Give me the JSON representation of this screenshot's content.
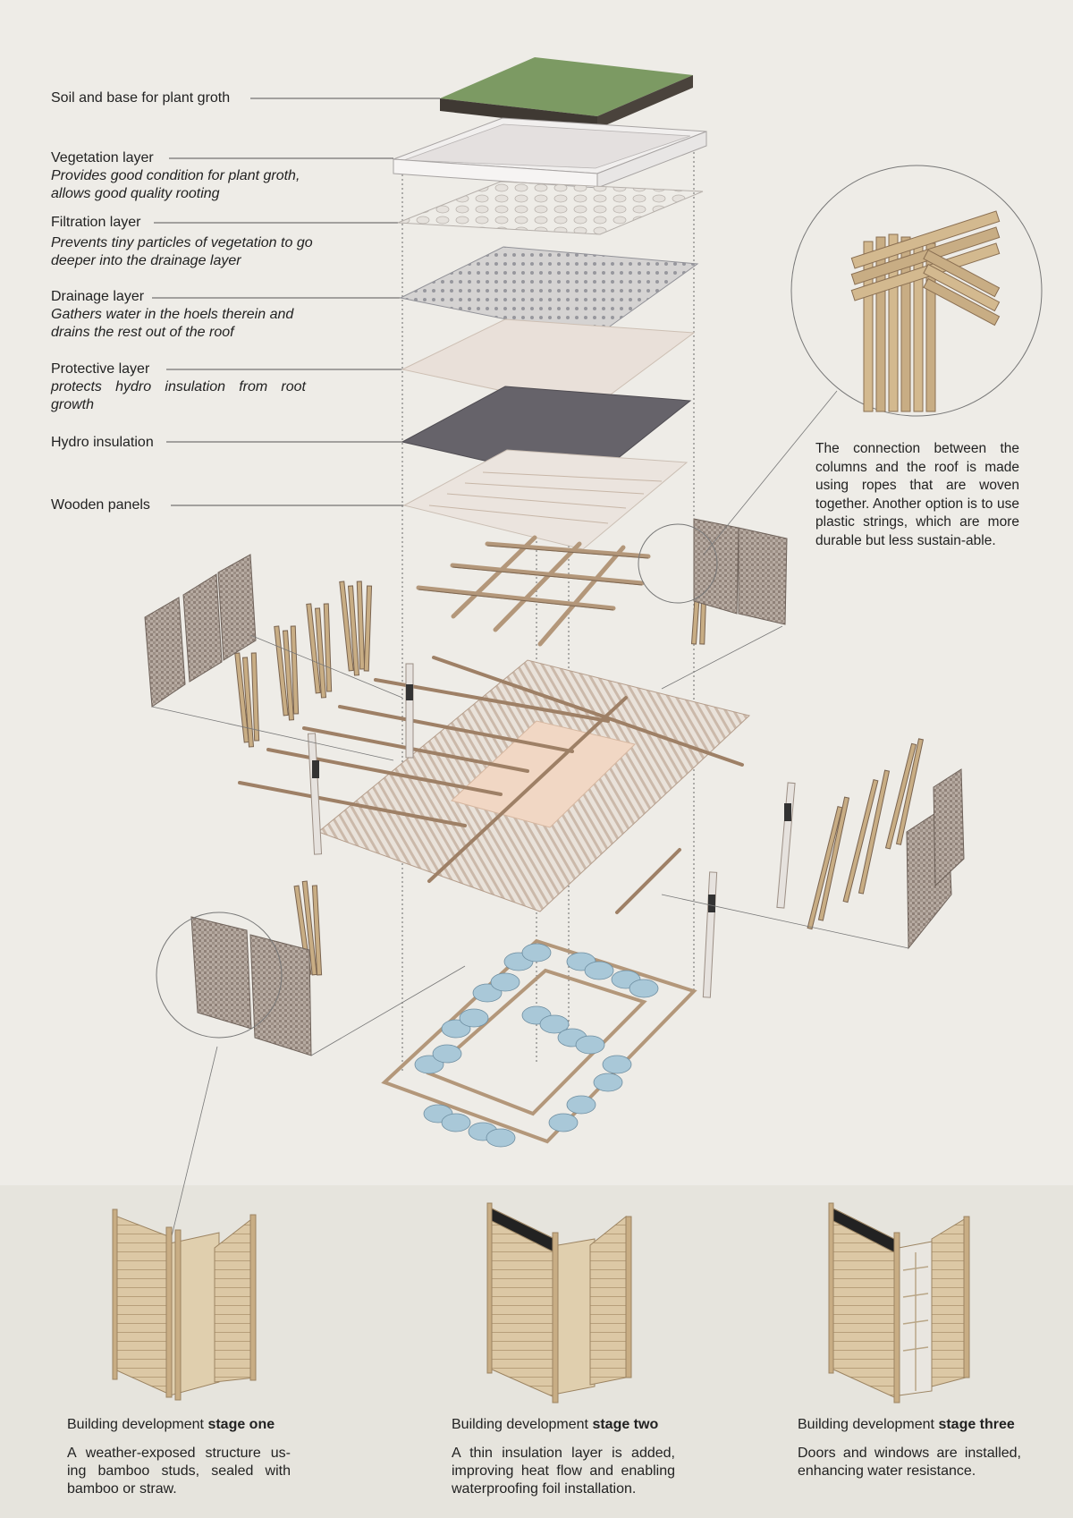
{
  "layers": [
    {
      "title": "Soil and base for plant groth",
      "desc": ""
    },
    {
      "title": "Vegetation layer",
      "desc": "Provides good condition for plant groth, allows good quality rooting"
    },
    {
      "title": "Filtration layer",
      "desc": "Prevents tiny particles of vegetation to go deeper into the drainage layer"
    },
    {
      "title": "Drainage layer",
      "desc": "Gathers water in the hoels therein and drains the rest out of the roof"
    },
    {
      "title": "Protective layer",
      "desc": "protects hydro insulation from root growth"
    },
    {
      "title": "Hydro insulation",
      "desc": ""
    },
    {
      "title": "Wooden panels",
      "desc": ""
    }
  ],
  "connection_note": "The connection between the columns and the roof is made using ropes that are woven together. Another option is to use plastic strings, which are more durable but less sustain-able.",
  "stages": [
    {
      "prefix": "Building development ",
      "name": "stage one",
      "desc": "A weather-exposed structure us-ing bamboo studs, sealed with bamboo or straw."
    },
    {
      "prefix": "Building development ",
      "name": "stage two",
      "desc": "A thin insulation layer is added, improving heat flow and enabling waterproofing foil installation."
    },
    {
      "prefix": "Building development ",
      "name": "stage three",
      "desc": "Doors and windows are installed, enhancing water resistance."
    }
  ],
  "colors": {
    "background": "#eeece7",
    "soil_green": "#7c9a63",
    "hydro_dark": "#66636a",
    "bamboo": "#c8ad84",
    "wood_panel": "#d9c7a3",
    "bottle_blue": "#a9c8d8"
  }
}
